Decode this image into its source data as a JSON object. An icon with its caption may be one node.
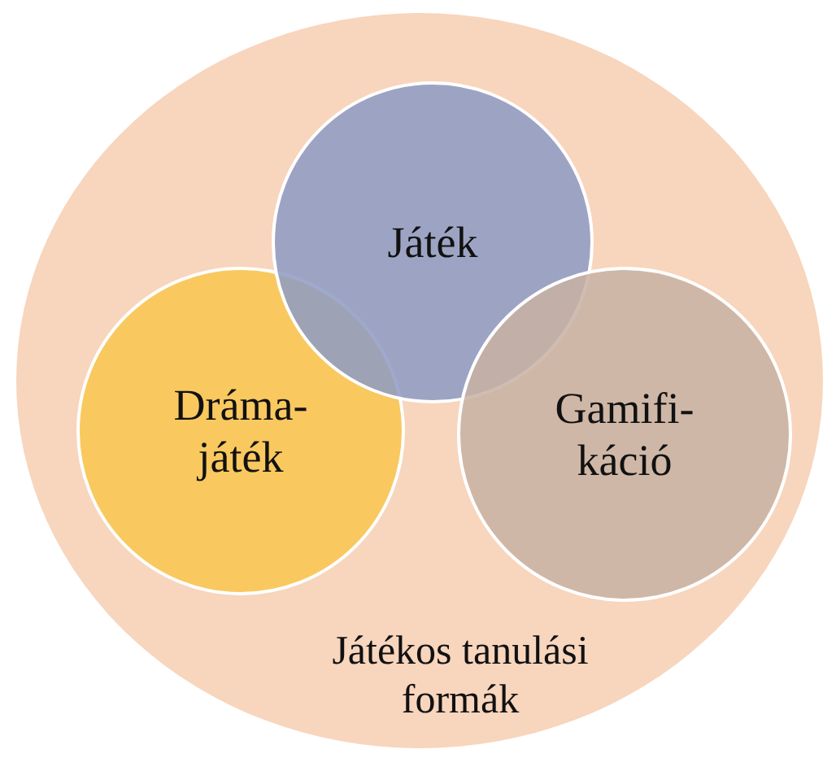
{
  "diagram": {
    "nodes": [
      {
        "text": [
          "Játékos tanulási formák"
        ]
      },
      {
        "text": [
          "Játék"
        ],
        "in": 0
      },
      {
        "text": [
          "Dráma-játék"
        ],
        "in": 0
      },
      {
        "text": [
          "Gamifi-káció"
        ],
        "in": 0
      }
    ]
  }
}
